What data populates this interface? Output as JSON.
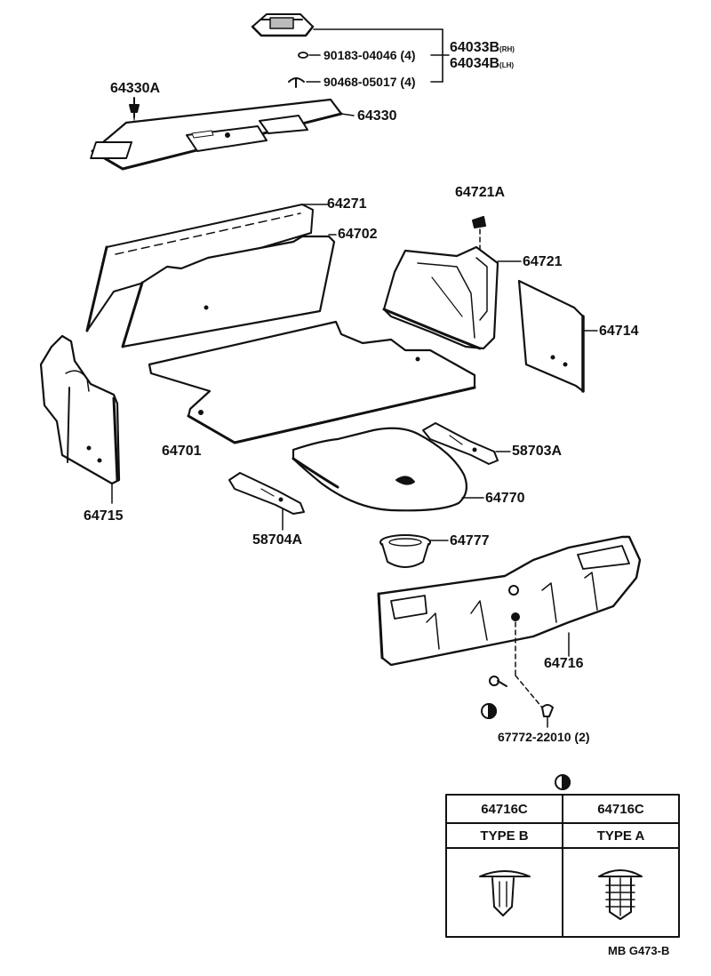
{
  "labels": {
    "p64033b": "64033B",
    "p64033b_sub": "(RH)",
    "p64034b": "64034B",
    "p64034b_sub": "(LH)",
    "p90183": "90183-04046 (4)",
    "p90468": "90468-05017 (4)",
    "p64330a": "64330A",
    "p64330": "64330",
    "p64271": "64271",
    "p64702": "64702",
    "p64721a": "64721A",
    "p64721": "64721",
    "p64714": "64714",
    "p64701": "64701",
    "p58703a": "58703A",
    "p64715": "64715",
    "p64770": "64770",
    "p58704a": "58704A",
    "p64777": "64777",
    "p64716": "64716",
    "p67772": "67772-22010 (2)"
  },
  "legend_table": {
    "columns": [
      {
        "part": "64716C",
        "type": "TYPE B"
      },
      {
        "part": "64716C",
        "type": "TYPE A"
      }
    ]
  },
  "diagram_code": "MB G473-B"
}
